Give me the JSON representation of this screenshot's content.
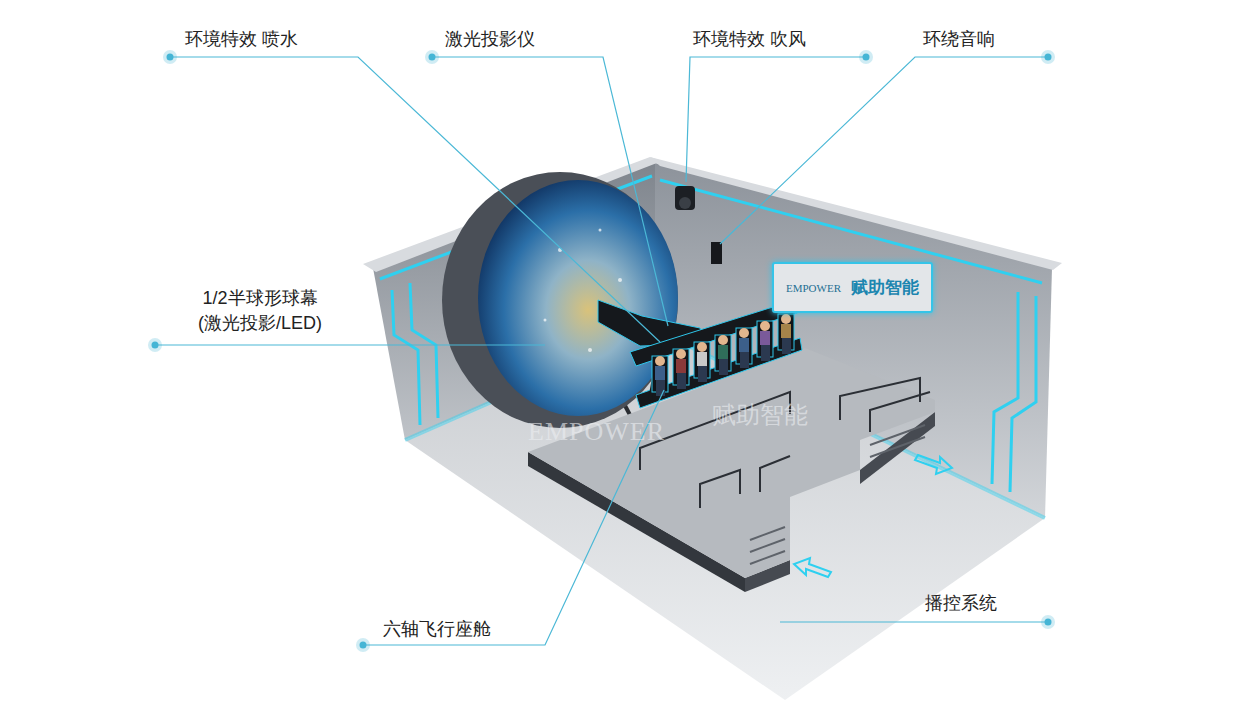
{
  "diagram": {
    "nodes": [
      {
        "text": [
          "EMPOWER",
          "赋助智能"
        ]
      }
    ],
    "labels": [
      "环境特效 喷水",
      "激光投影仪",
      "环境特效 吹风",
      "环绕音响",
      "1/2半球形球幕 (激光投影/LED)",
      "六轴飞行座舱",
      "播控系统",
      "EMPOWER",
      "赋助智能"
    ]
  }
}
